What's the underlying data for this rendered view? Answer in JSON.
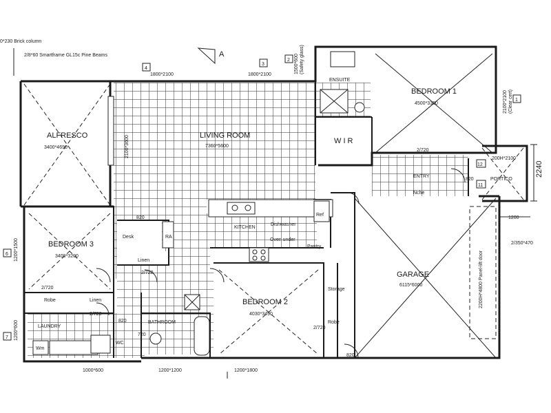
{
  "plan": {
    "notes": {
      "brick_column": "0*230 Brick column",
      "beams": "2/8*60 Smartframe GL15c Pine Beams",
      "north_label": "A"
    },
    "rooms": {
      "alfresco": {
        "name": "ALFRESCO",
        "size": "3400*4690"
      },
      "living": {
        "name": "LIVING ROOM",
        "size": "7360*5600"
      },
      "bedroom1": {
        "name": "BEDROOM 1",
        "size": "4500*3300"
      },
      "ensuite": {
        "name": "ENSUITE"
      },
      "wir": {
        "name": "W I R"
      },
      "entry": {
        "name": "ENTRY"
      },
      "portico": {
        "name": "PORTICO"
      },
      "kitchen": {
        "name": "KITCHEN"
      },
      "bedroom3": {
        "name": "BEDROOM 3",
        "size": "3400*3200"
      },
      "bedroom2": {
        "name": "BEDROOM 2",
        "size": "4030*3490"
      },
      "garage": {
        "name": "GARAGE",
        "size": "6115*6000"
      },
      "laundry": {
        "name": "LAUNDRY"
      },
      "bathroom": {
        "name": "BATHROOM"
      }
    },
    "labels": {
      "desk": "Desk",
      "linen1": "Linen",
      "linen2": "Linen",
      "robe1": "Robe",
      "robe2": "Robe",
      "storage": "Storage",
      "pantry": "Pantry",
      "ref": "Ref",
      "dishwasher": "Dishwasher",
      "oven": "Oven under",
      "wm": "Wm",
      "wc": "WC",
      "niche": "Nche",
      "ra": "RA",
      "garage_door": "2200H*4800 Panel-lift door",
      "window_side": "200H*2100"
    },
    "dims": {
      "w4": "1800*2100",
      "w3": "1800*2100",
      "safety": "1500*600",
      "safety2": "(Safety glass)",
      "bed1_win": "2100*2100",
      "bed1_win2": "(Clear cert)",
      "alf_door": "2100*3600",
      "entry_dim": "2240",
      "portico_dim": "1200",
      "portico_win": "2/350*470",
      "bed3_win": "1200*1500",
      "laundry_win": "1200*600",
      "bottom1": "1000*600",
      "bottom2": "1200*1200",
      "bottom3": "1200*1800",
      "d820_a": "820",
      "d720_a": "2/720",
      "d720_b": "2/720",
      "d720_c": "2/720",
      "d720_d": "2/720",
      "d720_e": "2/720",
      "d820_b": "820",
      "d820_c": "820",
      "d820_d": "820",
      "d720_f": "720"
    },
    "markers": {
      "m1": "1",
      "m2": "2",
      "m3": "3",
      "m4": "4",
      "m6": "6",
      "m7": "7",
      "m12": "12",
      "m11": "11"
    }
  }
}
